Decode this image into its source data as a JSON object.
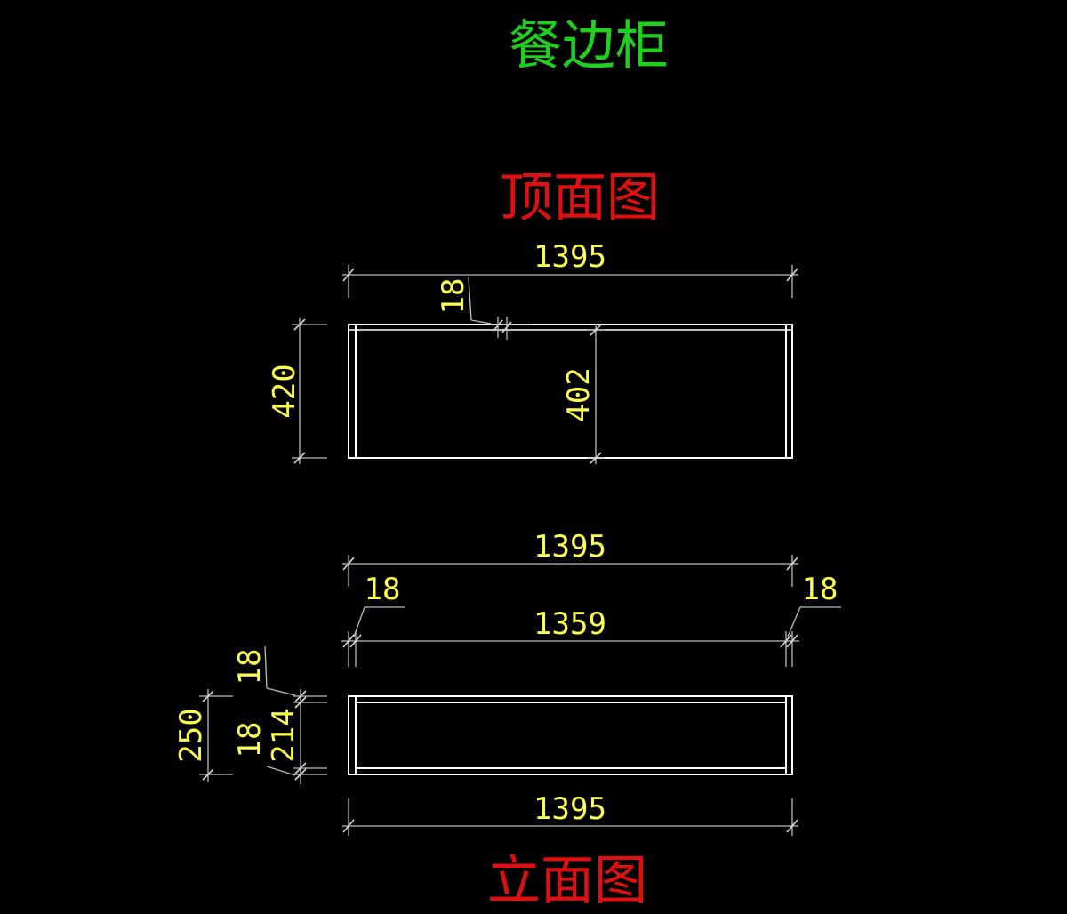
{
  "drawing_title": "餐边柜",
  "top_view": {
    "label": "顶面图",
    "dim_width": "1395",
    "dim_panel": "18",
    "dim_depth": "420",
    "dim_inner_depth": "402"
  },
  "front_view": {
    "label": "立面图",
    "dim_width_top": "1395",
    "dim_left_panel": "18",
    "dim_right_panel": "18",
    "dim_inner_width": "1359",
    "dim_top_panel": "18",
    "dim_height": "250",
    "dim_bottom_panel": "18",
    "dim_inner_height": "214",
    "dim_width_bottom": "1395"
  },
  "colors": {
    "background": "#000000",
    "title": "#1fd11f",
    "view_label": "#e01010",
    "dimension_text": "#ffff4d",
    "geometry": "#ffffff"
  }
}
